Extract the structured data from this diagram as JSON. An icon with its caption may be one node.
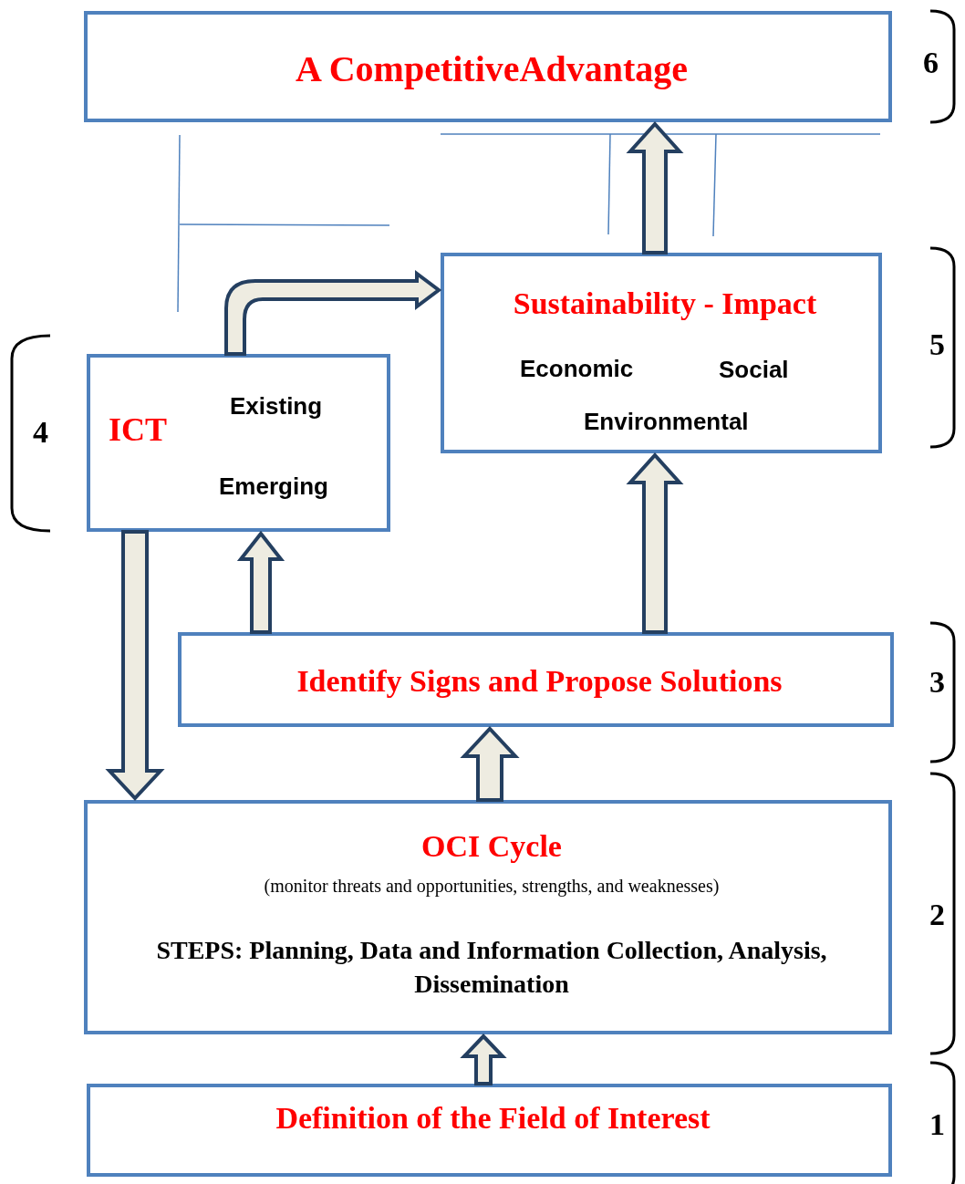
{
  "diagram": {
    "nodes": [
      {
        "text": [
          "A CompetitiveAdvantage"
        ]
      },
      {
        "text": [
          "Sustainability - Impact",
          "Economic",
          "Social",
          "Environmental"
        ]
      },
      {
        "text": [
          "ICT",
          "Existing",
          "Emerging"
        ]
      },
      {
        "text": [
          "Identify Signs and Propose Solutions"
        ]
      },
      {
        "text": [
          "OCI Cycle",
          "(monitor threats and opportunities, strengths, and weaknesses)",
          "STEPS: Planning, Data and Information Collection, Analysis, Dissemination"
        ]
      },
      {
        "text": [
          "Definition of the Field of Interest"
        ]
      }
    ],
    "edges": [
      {
        "from": 1,
        "to": 0,
        "arrow": "to"
      },
      {
        "from": 2,
        "to": 1,
        "arrow": "to"
      },
      {
        "from": 3,
        "to": 2,
        "arrow": "to"
      },
      {
        "from": 3,
        "to": 1,
        "arrow": "to"
      },
      {
        "from": 2,
        "to": 4,
        "arrow": "to"
      },
      {
        "from": 4,
        "to": 3,
        "arrow": "to"
      },
      {
        "from": 5,
        "to": 4,
        "arrow": "to"
      }
    ],
    "labels": [
      "6",
      "5",
      "4",
      "3",
      "2",
      "1"
    ]
  }
}
